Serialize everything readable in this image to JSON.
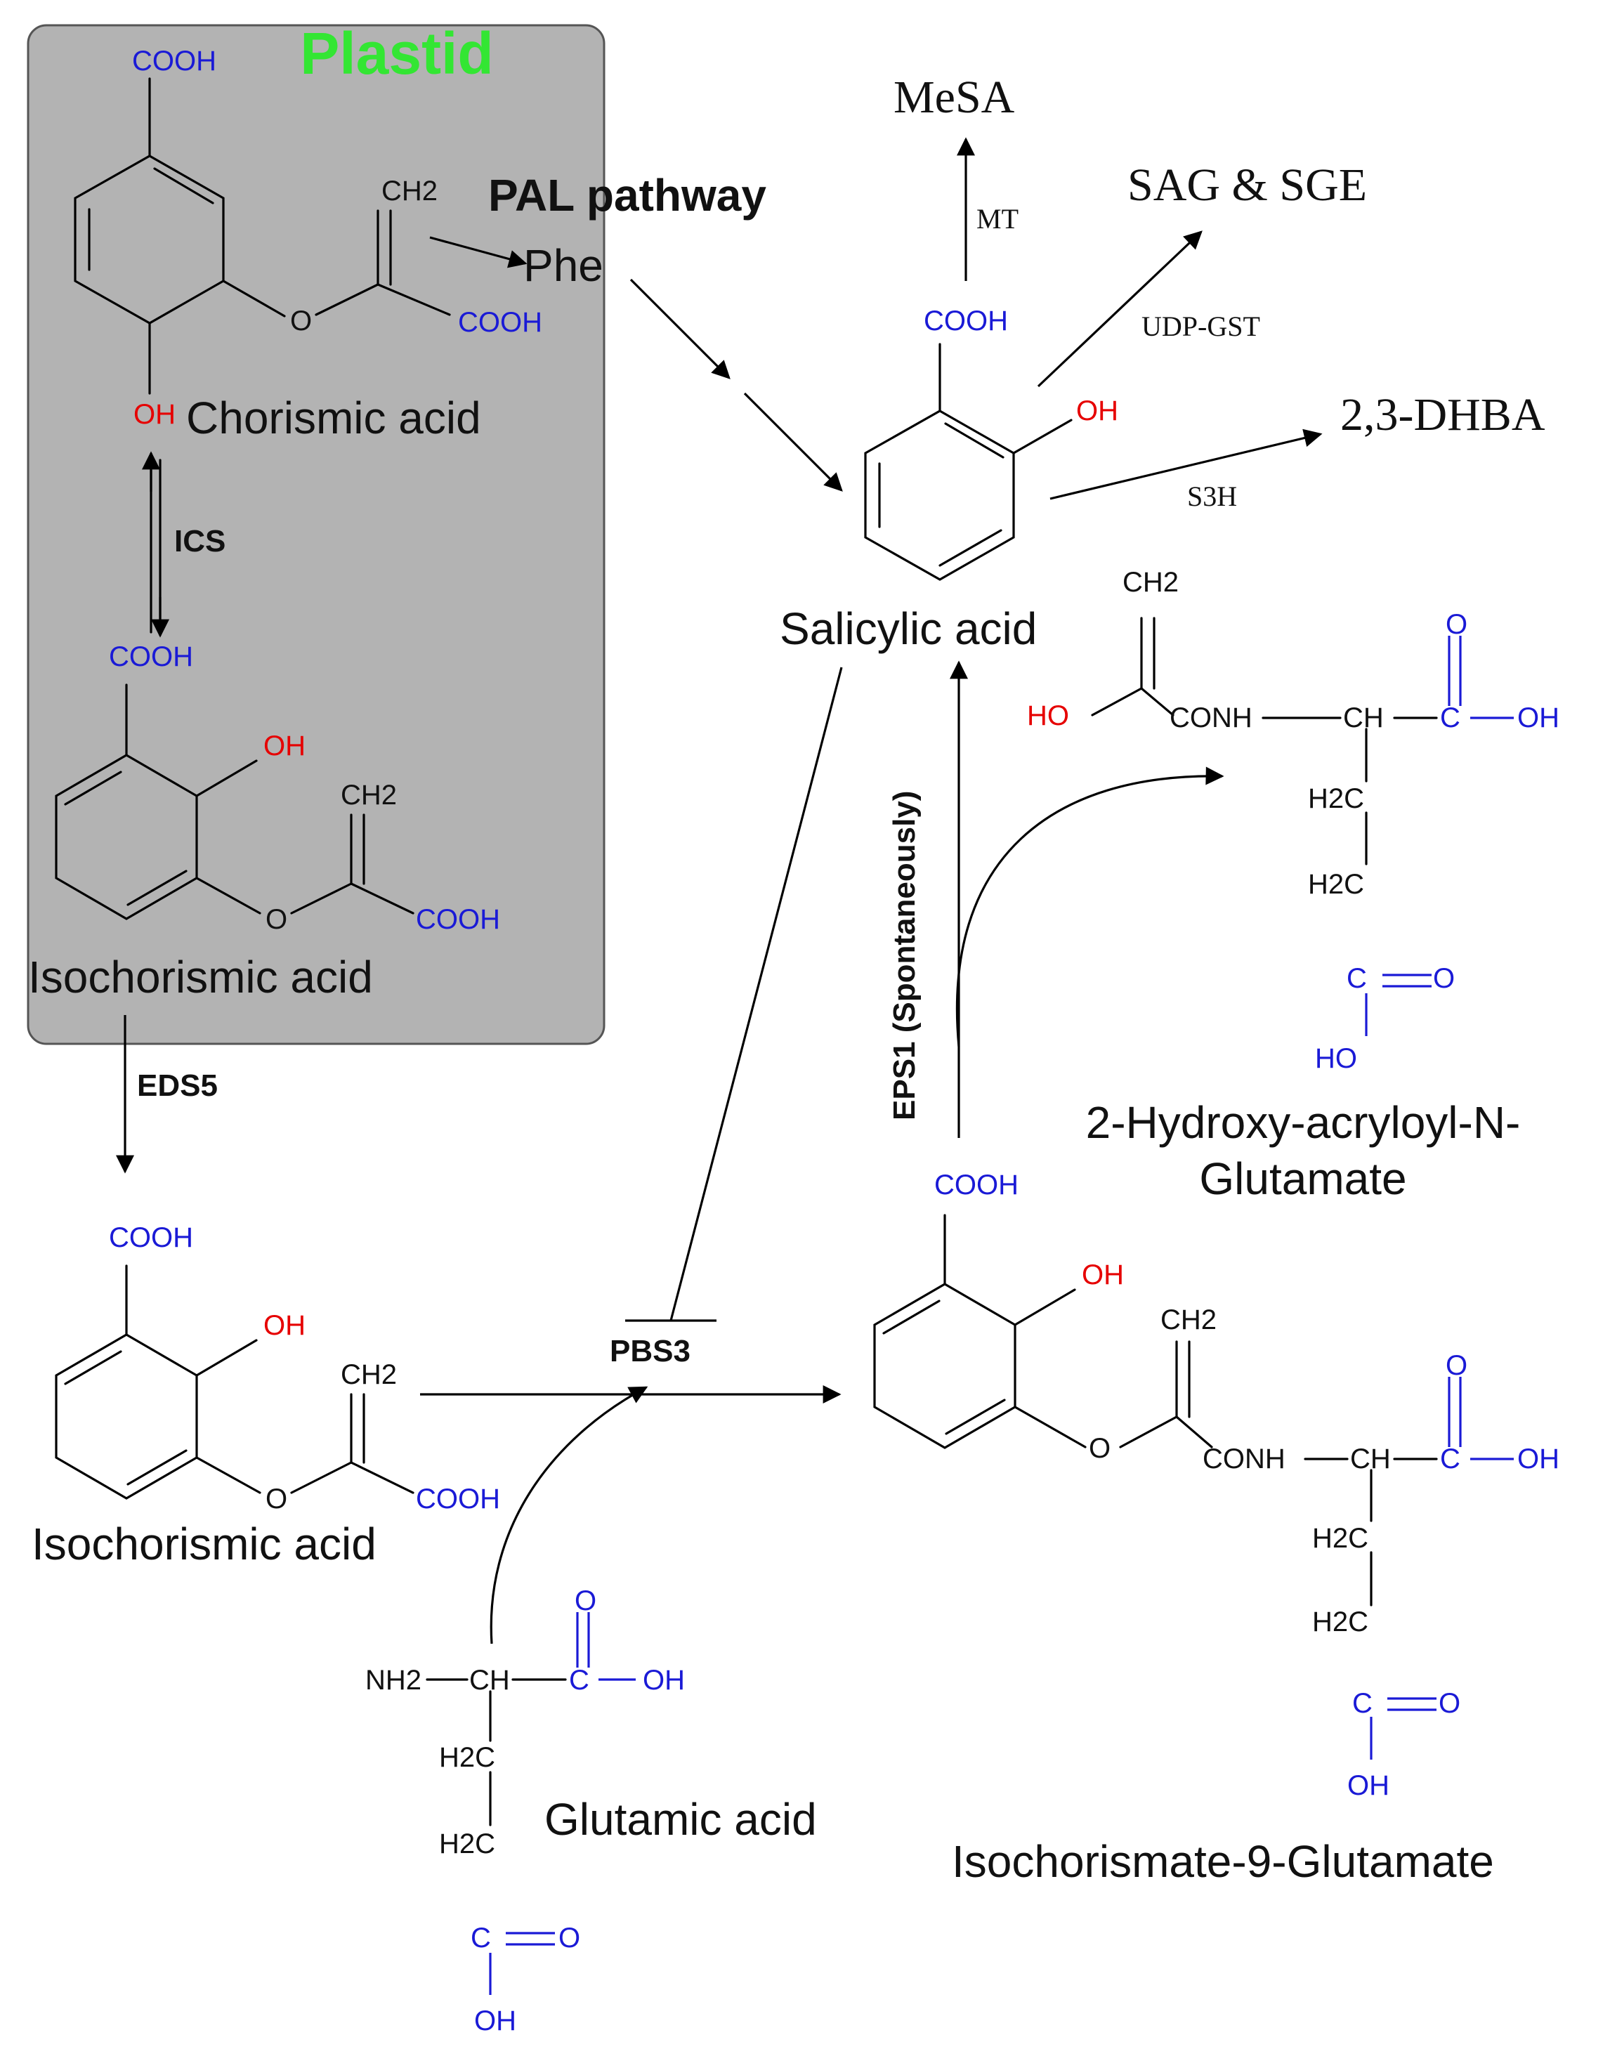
{
  "colors": {
    "plastid_fill": "#b3b3b3",
    "plastid_label": "#33e633",
    "carboxyl": "#1a1ad6",
    "hydroxyl": "#e60000",
    "bond": "#000000"
  },
  "compartment": {
    "label": "Plastid"
  },
  "compounds": {
    "chorismic_acid": "Chorismic acid",
    "isochorismic_acid_plastid": "Isochorismic acid",
    "isochorismic_acid": "Isochorismic acid",
    "salicylic_acid": "Salicylic acid",
    "glutamic_acid": "Glutamic acid",
    "isochorismate_9_glutamate": "Isochorismate-9-Glutamate",
    "hydroxy_acryloyl_line1": "2-Hydroxy-acryloyl-N-",
    "hydroxy_acryloyl_line2": "Glutamate",
    "phe": "Phe",
    "mesa": "MeSA",
    "sag_sge": "SAG & SGE",
    "dhba": "2,3-DHBA"
  },
  "enzymes": {
    "pal": "PAL pathway",
    "ics": "ICS",
    "eds5": "EDS5",
    "pbs3": "PBS3",
    "eps1": "EPS1 (Spontaneously)",
    "mt": "MT",
    "udp_gst": "UDP-GST",
    "s3h": "S3H"
  },
  "groups": {
    "cooh": "COOH",
    "oh": "OH",
    "ho": "HO",
    "o": "O",
    "ch2": "CH2",
    "h2c": "H2C",
    "conh": "CONH",
    "ch": "CH",
    "c": "C",
    "nh2": "NH2"
  }
}
